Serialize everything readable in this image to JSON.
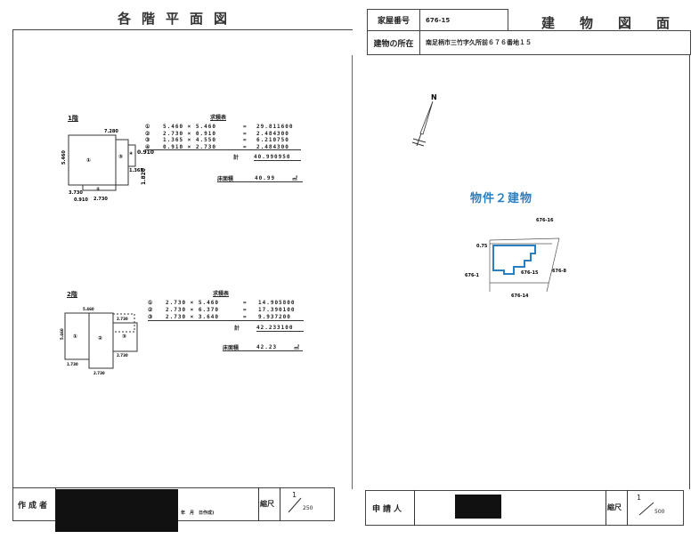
{
  "left_title": "各階平面図",
  "right_title": "建物図面",
  "header": {
    "house_number_label": "家屋番号",
    "house_number": "676-15",
    "location_label": "建物の所在",
    "location": "南足柄市三竹字久所前６７６番地１５"
  },
  "floor1": {
    "label": "1階",
    "table_title": "求積表",
    "rows": [
      {
        "no": "①",
        "expr": "5.460 × 5.460",
        "eq": "=",
        "value": "29.811600"
      },
      {
        "no": "②",
        "expr": "2.730 × 0.910",
        "eq": "=",
        "value": "2.484300"
      },
      {
        "no": "③",
        "expr": "1.365 × 4.550",
        "eq": "=",
        "value": "6.210750"
      },
      {
        "no": "④",
        "expr": "0.910 × 2.730",
        "eq": "=",
        "value": "2.484300"
      }
    ],
    "total_label": "計",
    "total": "40.990950",
    "floor_area_label": "床面積",
    "floor_area": "40.99",
    "unit": "㎡",
    "dims": {
      "top": "7.280",
      "left": "5.460",
      "bottom_left": "3.730",
      "bottom": "2.730",
      "b_small": "0.910",
      "right_a": "0.910",
      "right_b": "1.365",
      "right_c": "1.820"
    },
    "regions": [
      "①",
      "②",
      "③",
      "④"
    ]
  },
  "floor2": {
    "label": "2階",
    "table_title": "求積表",
    "rows": [
      {
        "no": "①",
        "expr": "2.730 × 5.460",
        "eq": "=",
        "value": "14.905800"
      },
      {
        "no": "②",
        "expr": "2.730 × 6.370",
        "eq": "=",
        "value": "17.390100"
      },
      {
        "no": "③",
        "expr": "2.730 × 3.640",
        "eq": "=",
        "value": "9.937200"
      }
    ],
    "total_label": "計",
    "total": "42.233100",
    "floor_area_label": "床面積",
    "floor_area": "42.23",
    "unit": "㎡",
    "dims": {
      "top": "5.460",
      "left": "5.460",
      "bottom_left": "1.730",
      "bottom": "2.730",
      "right_top": "2.730",
      "right_bottom": "2.730"
    },
    "regions": [
      "①",
      "②",
      "③"
    ]
  },
  "site": {
    "label": "物件２建物",
    "label_color": "#2a7fc0",
    "building_color": "#2a7fc0",
    "north": "N",
    "offset": "0.75",
    "neighbors": {
      "north": "676-16",
      "west": "676-1",
      "east": "676-8",
      "south": "676-14",
      "self": "676-15"
    }
  },
  "footer": {
    "author_label": "作成者",
    "date_text": "年　月　日作成)",
    "scale_label_left": "縮尺",
    "scale_left_num": "1",
    "scale_left_den": "250",
    "applicant_label": "申請人",
    "scale_label_right": "縮尺",
    "scale_right_num": "1",
    "scale_right_den": "500"
  }
}
